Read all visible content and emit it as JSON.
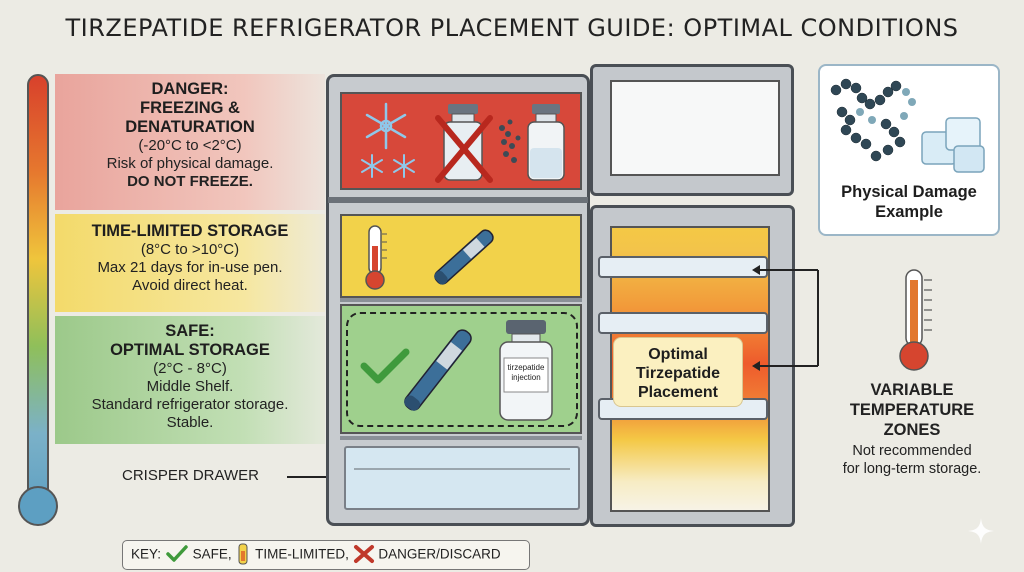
{
  "title": "TIRZEPATIDE REFRIGERATOR PLACEMENT GUIDE: OPTIMAL CONDITIONS",
  "zones": {
    "danger": {
      "line1": "DANGER:",
      "line2": "FREEZING &",
      "line3": "DENATURATION",
      "range": "(-20°C to <2°C)",
      "note1": "Risk of physical damage.",
      "note2": "DO NOT FREEZE."
    },
    "time_limited": {
      "line1": "TIME-LIMITED STORAGE",
      "range": "(8°C to >10°C)",
      "note1": "Max 21 days for in-use pen.",
      "note2": "Avoid direct heat."
    },
    "safe": {
      "line1": "SAFE:",
      "line2": "OPTIMAL STORAGE",
      "range": "(2°C - 8°C)",
      "note1": "Middle Shelf.",
      "note2": "Standard refrigerator storage.",
      "note3": "Stable."
    }
  },
  "crisper_label": "CRISPER DRAWER",
  "vial_label_line1": "tirzepatide",
  "vial_label_line2": "injection",
  "placement": {
    "line1": "Optimal",
    "line2": "Tirzepatide",
    "line3": "Placement"
  },
  "damage_example": {
    "line1": "Physical Damage",
    "line2": "Example"
  },
  "variable_zones": {
    "line1": "VARIABLE",
    "line2": "TEMPERATURE",
    "line3": "ZONES",
    "note1": "Not recommended",
    "note2": "for long-term storage."
  },
  "key": {
    "prefix": "KEY:",
    "safe": "SAFE,",
    "time_limited": "TIME-LIMITED,",
    "danger": "DANGER/DISCARD"
  },
  "colors": {
    "danger": "#d7483a",
    "time_limited": "#f2d24a",
    "safe": "#9fd08d",
    "check": "#3f9a3c",
    "cross": "#c0392b"
  }
}
